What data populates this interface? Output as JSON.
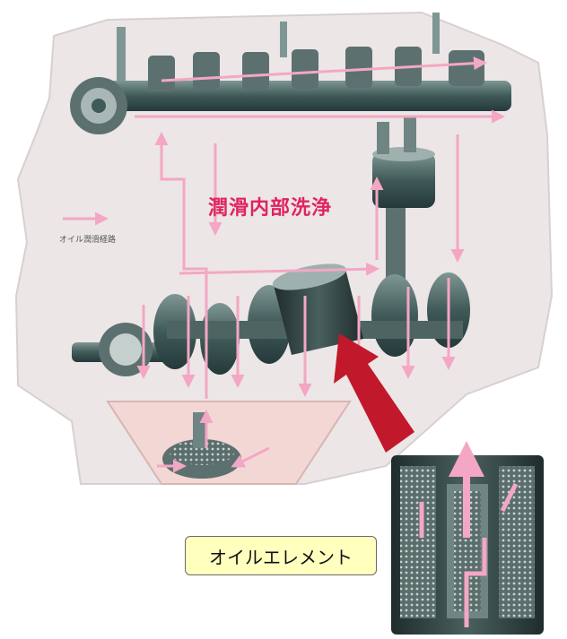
{
  "diagram": {
    "title": "潤滑内部洗浄",
    "legend_label": "オイル潤滑経路",
    "element_label": "オイルエレメント"
  },
  "colors": {
    "title_red": "#e0245e",
    "oil_arrow_pink": "#f4a7c4",
    "pointer_red": "#c2182b",
    "label_bg": "#ffffbe",
    "engine_block": "#ece6e6",
    "oil_pan": "#f3d7d4",
    "metal_dark": "#3f5a58"
  },
  "icons": {
    "legend": "pink-arrow-icon",
    "pointer": "red-arrow-icon"
  }
}
